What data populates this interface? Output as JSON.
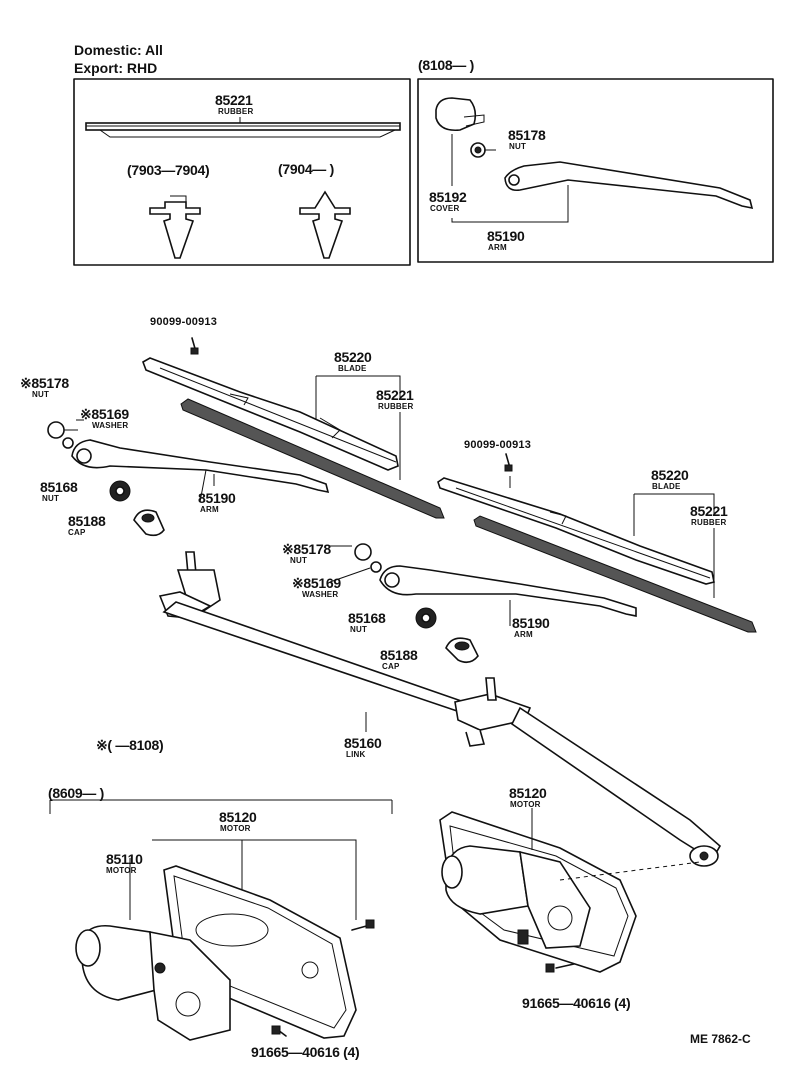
{
  "header": {
    "domestic": "Domestic: All",
    "export": "Export: RHD"
  },
  "inset_left": {
    "rubber_pn": "85221",
    "rubber_name": "RUBBER",
    "range_a": "(7903—7904)",
    "range_b": "(7904—      )"
  },
  "inset_right": {
    "range": "(8108—      )",
    "nut_pn": "85178",
    "nut_name": "NUT",
    "cover_pn": "85192",
    "cover_name": "COVER",
    "arm_pn": "85190",
    "arm_name": "ARM"
  },
  "main": {
    "bolt_left": "90099-00913",
    "bolt_right": "90099-00913",
    "blade_left_pn": "85220",
    "blade_left_name": "BLADE",
    "rubber_left_pn": "85221",
    "rubber_left_name": "RUBBER",
    "blade_right_pn": "85220",
    "blade_right_name": "BLADE",
    "rubber_right_pn": "85221",
    "rubber_right_name": "RUBBER",
    "nut_left_pn": "※85178",
    "nut_left_name": "NUT",
    "washer_left_pn": "※85169",
    "washer_left_name": "WASHER",
    "nut2_left_pn": "85168",
    "nut2_left_name": "NUT",
    "cap_left_pn": "85188",
    "cap_left_name": "CAP",
    "arm_left_pn": "85190",
    "arm_left_name": "ARM",
    "nut_right_pn": "※85178",
    "nut_right_name": "NUT",
    "washer_right_pn": "※85169",
    "washer_right_name": "WASHER",
    "nut2_right_pn": "85168",
    "nut2_right_name": "NUT",
    "cap_right_pn": "85188",
    "cap_right_name": "CAP",
    "arm_right_pn": "85190",
    "arm_right_name": "ARM",
    "link_pn": "85160",
    "link_name": "LINK",
    "note": "※(        —8108)"
  },
  "motor_left": {
    "range": "(8609—      )",
    "motor_pn": "85120",
    "motor_name": "MOTOR",
    "motor_sub_pn": "85110",
    "motor_sub_name": "MOTOR",
    "bolt_pn": "91665—40616 (4)"
  },
  "motor_right": {
    "motor_pn": "85120",
    "motor_name": "MOTOR",
    "bolt_pn": "91665—40616 (4)"
  },
  "footer": {
    "ref": "ME 7862-C"
  }
}
